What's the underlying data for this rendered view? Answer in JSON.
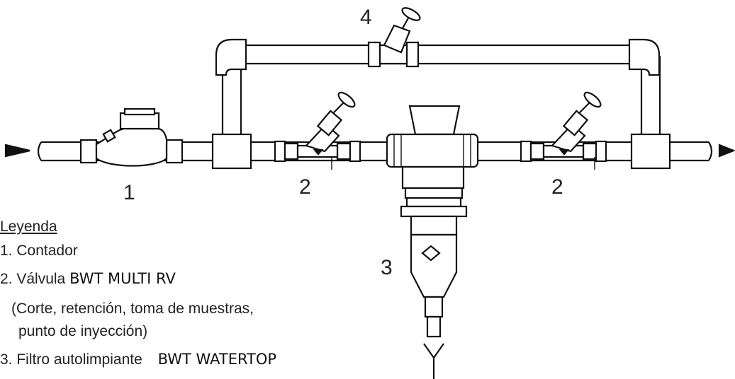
{
  "labels": {
    "n1": "1",
    "n2a": "2",
    "n2b": "2",
    "n3": "3",
    "n4": "4"
  },
  "legend": {
    "title": "Leyenda",
    "item1": "1. Contador",
    "item2": "2. Válvula",
    "item2_brand": "BWT MULTI RV",
    "item2_note_1": "(Corte, retención, toma de muestras,",
    "item2_note_2": "punto de inyección)",
    "item3": "3. Filtro autolimpiante",
    "item3_brand": "BWT WATERTOP"
  }
}
